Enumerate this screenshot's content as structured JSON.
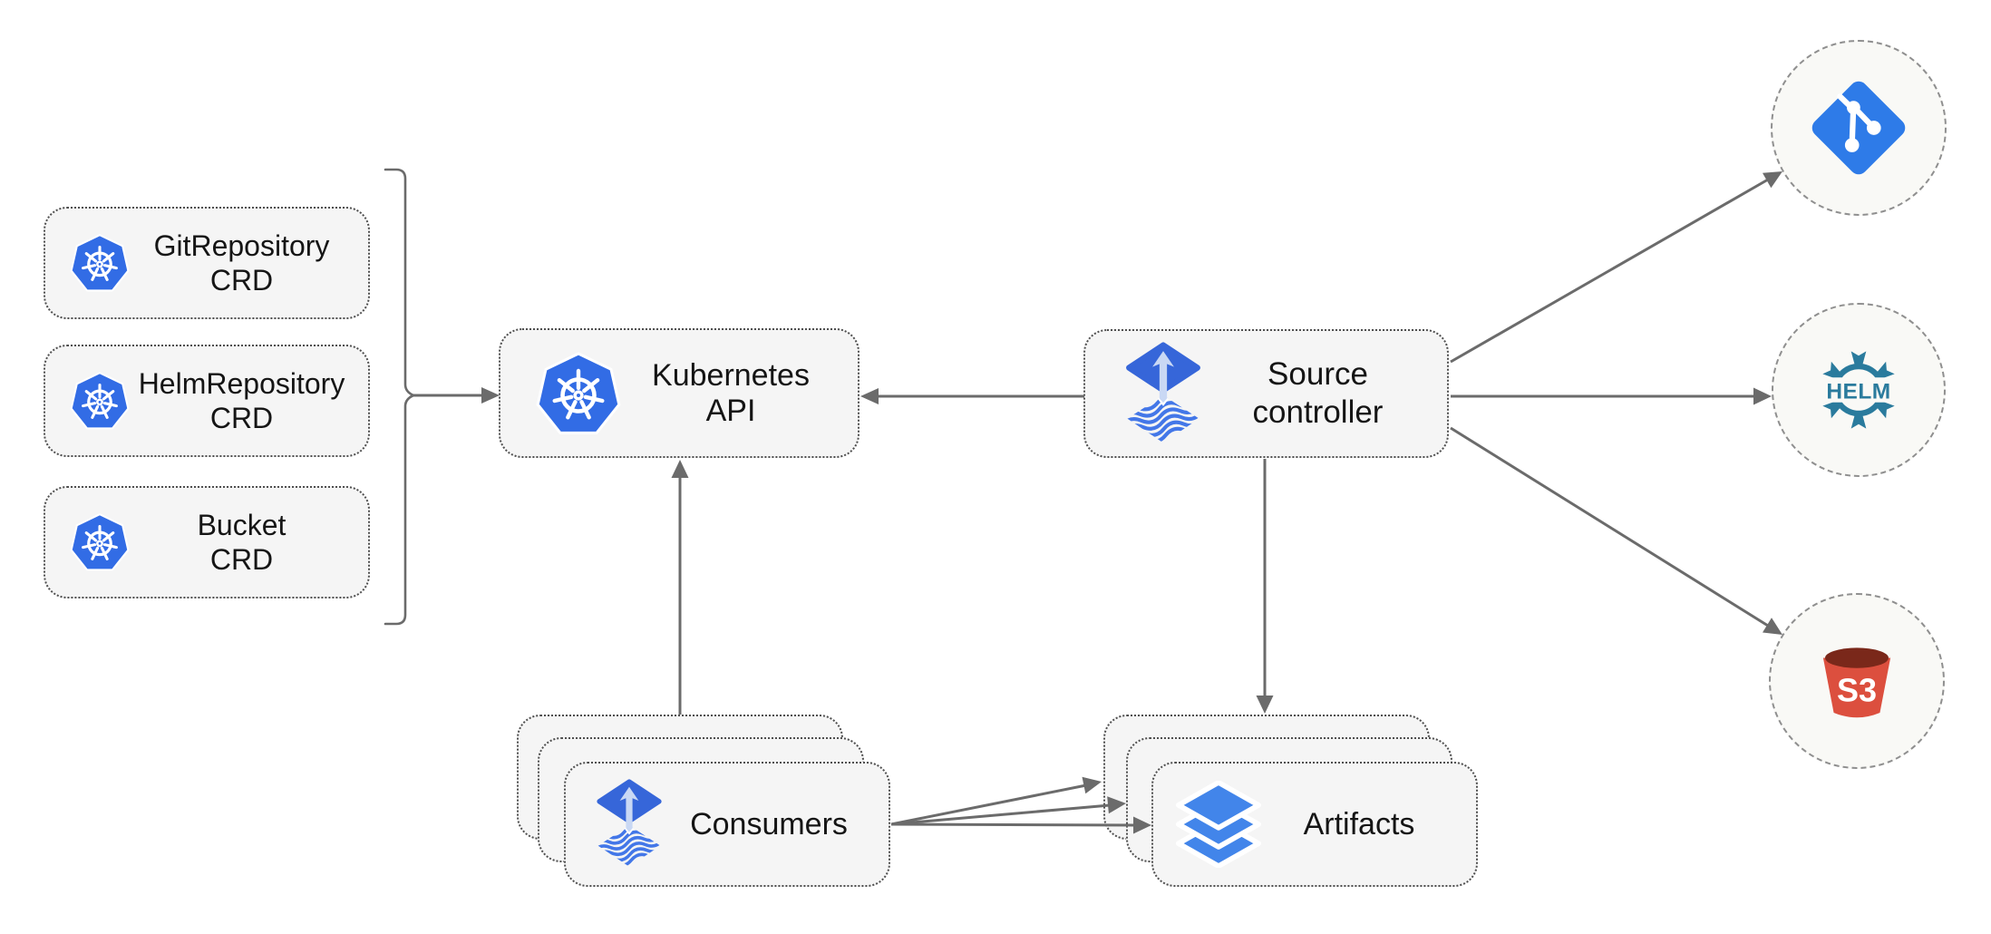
{
  "nodes": {
    "git_repository_crd": {
      "title": "GitRepository",
      "subtitle": "CRD"
    },
    "helm_repository_crd": {
      "title": "HelmRepository",
      "subtitle": "CRD"
    },
    "bucket_crd": {
      "title": "Bucket",
      "subtitle": "CRD"
    },
    "kubernetes_api": {
      "label": "Kubernetes API"
    },
    "source_controller": {
      "line1": "Source",
      "line2": "controller"
    },
    "consumers": {
      "label": "Consumers"
    },
    "artifacts": {
      "label": "Artifacts"
    },
    "git_endpoint": {
      "icon": "git-icon"
    },
    "helm_endpoint": {
      "icon": "helm-icon",
      "text": "HELM"
    },
    "s3_endpoint": {
      "icon": "s3-bucket-icon",
      "text": "S3"
    }
  },
  "edges": [
    {
      "from": "crd-group-bracket",
      "to": "kubernetes-api"
    },
    {
      "from": "source-controller",
      "to": "kubernetes-api"
    },
    {
      "from": "consumers",
      "to": "kubernetes-api"
    },
    {
      "from": "source-controller",
      "to": "artifacts"
    },
    {
      "from": "source-controller",
      "to": "git-endpoint"
    },
    {
      "from": "source-controller",
      "to": "helm-endpoint"
    },
    {
      "from": "source-controller",
      "to": "s3-endpoint"
    },
    {
      "from": "consumers",
      "to": "artifacts"
    },
    {
      "from": "consumers",
      "to": "artifacts"
    },
    {
      "from": "consumers",
      "to": "artifacts"
    }
  ],
  "colors": {
    "kubernetes_blue": "#326CE5",
    "flux_blue": "#3666D9",
    "flux_arrow_light": "#C9D8F4",
    "git_blue": "#2E7BE8",
    "helm_teal": "#2A7B9D",
    "s3_red": "#DC4F3E",
    "s3_dark_red": "#7A281A",
    "layers_blue": "#4285EA",
    "connector_gray": "#6B6B6B",
    "node_fill": "#F5F5F5",
    "node_border": "#4F4F4F",
    "circle_fill": "#F9F9F6",
    "circle_border": "#8F8F8F"
  }
}
